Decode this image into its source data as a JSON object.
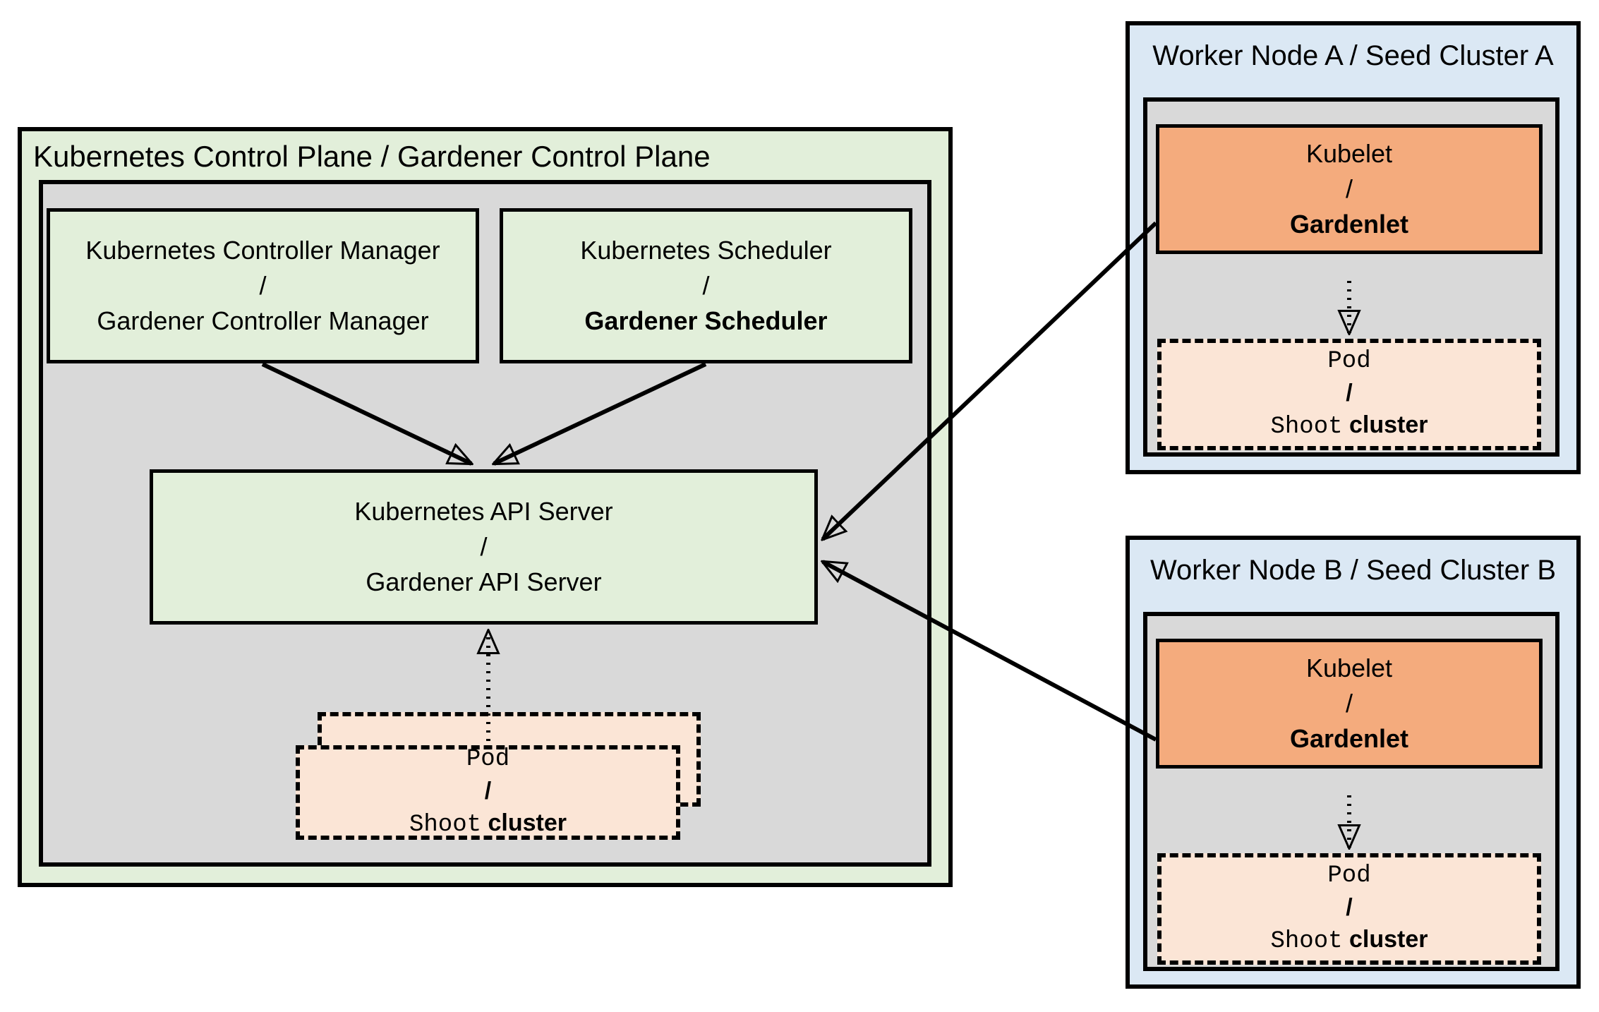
{
  "colors": {
    "outer_green": "#e2efda",
    "panel_gray": "#d9d9d9",
    "worker_blue": "#dbe8f4",
    "kubelet_orange": "#f4ab7d",
    "pod_peach": "#fbe5d6",
    "line_black": "#000000"
  },
  "control_plane": {
    "title": "Kubernetes Control Plane / Gardener Control Plane",
    "controller_manager": {
      "top": "Kubernetes Controller Manager",
      "sep": "/",
      "bottom": "Gardener Controller Manager"
    },
    "scheduler": {
      "top": "Kubernetes Scheduler",
      "sep": "/",
      "bottom": "Gardener Scheduler"
    },
    "api_server": {
      "top": "Kubernetes API Server",
      "sep": "/",
      "bottom": "Gardener API Server"
    },
    "pod_stack": {
      "top": "Pod",
      "sep": "/",
      "bottom_mono": "Shoot",
      "bottom_sans": "cluster"
    }
  },
  "worker_a": {
    "title": "Worker Node A / Seed Cluster A",
    "kubelet": {
      "top": "Kubelet",
      "sep": "/",
      "bottom": "Gardenlet"
    },
    "pod": {
      "top": "Pod",
      "sep": "/",
      "bottom_mono": "Shoot",
      "bottom_sans": "cluster"
    }
  },
  "worker_b": {
    "title": "Worker Node B / Seed Cluster B",
    "kubelet": {
      "top": "Kubelet",
      "sep": "/",
      "bottom": "Gardenlet"
    },
    "pod": {
      "top": "Pod",
      "sep": "/",
      "bottom_mono": "Shoot",
      "bottom_sans": "cluster"
    }
  }
}
